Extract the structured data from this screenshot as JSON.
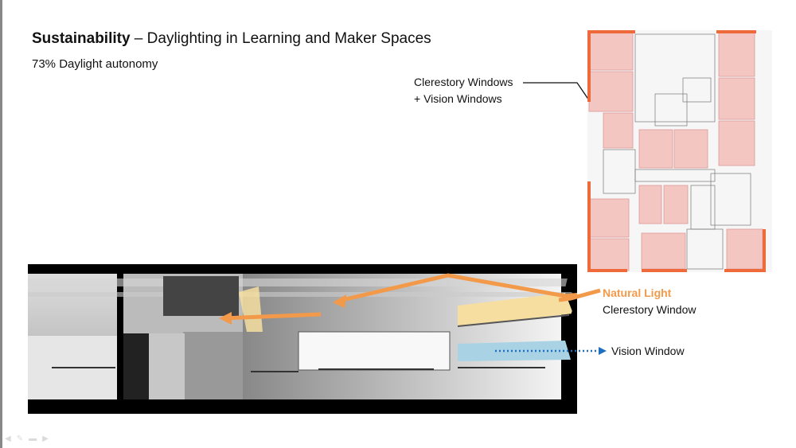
{
  "slide": {
    "title_bold": "Sustainability",
    "title_rest": " – Daylighting in Learning and Maker Spaces",
    "subtitle": "73% Daylight autonomy",
    "plan_label_line1": "Clerestory Windows",
    "plan_label_line2": "+ Vision Windows",
    "natural_light": "Natural Light",
    "clerestory": "Clerestory Window",
    "vision": "Vision Window"
  },
  "colors": {
    "accent": "#f39a4a",
    "plan_room": "#f4c6c2",
    "plan_edge": "#ef6a3a",
    "clerestory": "#f5dea0",
    "vision": "#a9d3e4",
    "vision_arrow": "#1f6fc0"
  },
  "nav_icons": [
    "prev-icon",
    "pen-icon",
    "menu-icon",
    "next-icon"
  ]
}
